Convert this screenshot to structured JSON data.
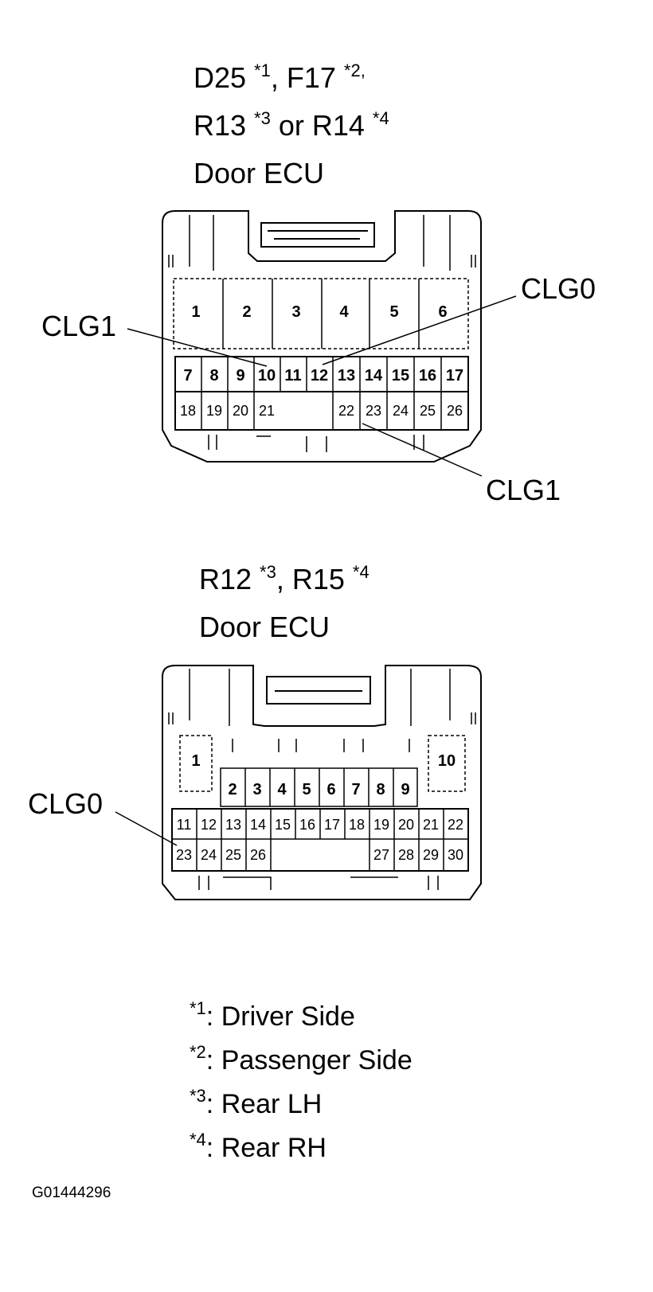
{
  "connector_a": {
    "title_line1": {
      "code1": "D25 ",
      "sup1": "*1",
      "sep1": ", F17 ",
      "sup2": "*2,",
      "rest": ""
    },
    "title_line2": {
      "code1": "R13 ",
      "sup1": "*3",
      "sep1": " or R14 ",
      "sup2": "*4"
    },
    "title_line3": "Door ECU",
    "pins_row1": [
      "1",
      "2",
      "3",
      "4",
      "5",
      "6"
    ],
    "pins_row2": [
      "7",
      "8",
      "9",
      "10",
      "11",
      "12",
      "13",
      "14",
      "15",
      "16",
      "17"
    ],
    "pins_row3": [
      "18",
      "19",
      "20",
      "21",
      "22",
      "23",
      "24",
      "25",
      "26"
    ],
    "callouts": [
      "CLG1",
      "CLG0",
      "CLG1"
    ]
  },
  "connector_b": {
    "title_line1": {
      "code1": "R12 ",
      "sup1": "*3",
      "sep1": ", R15 ",
      "sup2": "*4"
    },
    "title_line2": "Door ECU",
    "pins_row1": [
      "1",
      "10"
    ],
    "pins_row2": [
      "2",
      "3",
      "4",
      "5",
      "6",
      "7",
      "8",
      "9"
    ],
    "pins_row3": [
      "11",
      "12",
      "13",
      "14",
      "15",
      "16",
      "17",
      "18",
      "19",
      "20",
      "21",
      "22"
    ],
    "pins_row4": [
      "23",
      "24",
      "25",
      "26",
      "27",
      "28",
      "29",
      "30"
    ],
    "callouts": [
      "CLG0"
    ]
  },
  "legend": [
    {
      "mark": "*1",
      "text": ": Driver Side"
    },
    {
      "mark": "*2",
      "text": ": Passenger Side"
    },
    {
      "mark": "*3",
      "text": ": Rear LH"
    },
    {
      "mark": "*4",
      "text": ": Rear RH"
    }
  ],
  "figure_id": "G01444296"
}
